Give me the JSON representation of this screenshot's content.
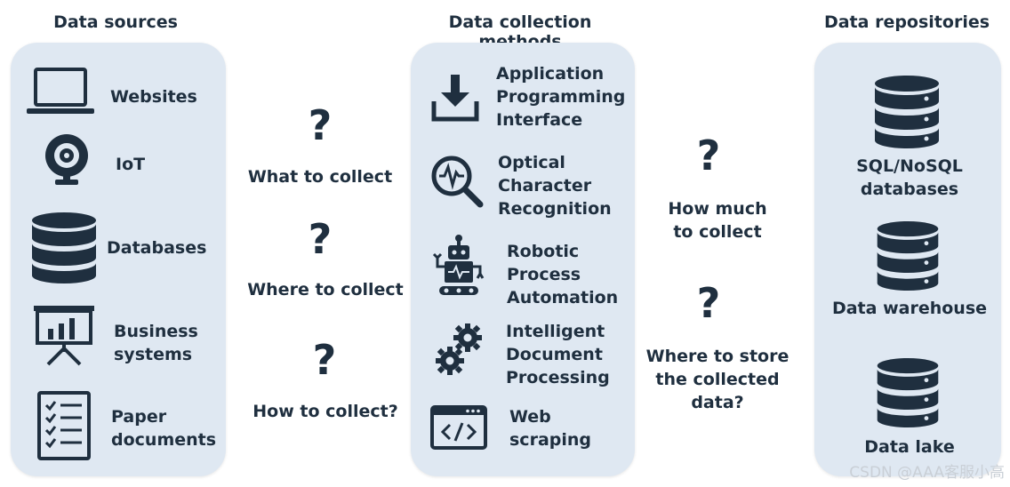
{
  "titles": {
    "sources": "Data sources",
    "methods": "Data collection methods",
    "repositories": "Data repositories"
  },
  "sources": [
    {
      "label": "Websites",
      "icon": "laptop-icon"
    },
    {
      "label": "IoT",
      "icon": "webcam-icon"
    },
    {
      "label": "Databases",
      "icon": "database-icon"
    },
    {
      "label": "Business\nsystems",
      "icon": "presentation-chart-icon"
    },
    {
      "label": "Paper\ndocuments",
      "icon": "checklist-icon"
    }
  ],
  "methods": [
    {
      "label": "Application\nProgramming\nInterface",
      "icon": "download-icon"
    },
    {
      "label": "Optical\nCharacter\nRecognition",
      "icon": "magnifier-waveform-icon"
    },
    {
      "label": "Robotic\nProcess\nAutomation",
      "icon": "robot-icon"
    },
    {
      "label": "Intelligent\nDocument\nProcessing",
      "icon": "gears-icon"
    },
    {
      "label": "Web\nscraping",
      "icon": "code-window-icon"
    }
  ],
  "repositories": [
    {
      "label": "SQL/NoSQL\ndatabases",
      "icon": "database-icon"
    },
    {
      "label": "Data warehouse",
      "icon": "database-icon"
    },
    {
      "label": "Data lake",
      "icon": "database-icon"
    }
  ],
  "questions_left": [
    {
      "mark": "?",
      "label": "What to collect"
    },
    {
      "mark": "?",
      "label": "Where to collect"
    },
    {
      "mark": "?",
      "label": "How to collect?"
    }
  ],
  "questions_right": [
    {
      "mark": "?",
      "label": "How much\nto collect"
    },
    {
      "mark": "?",
      "label": "Where to store\nthe collected\ndata?"
    }
  ],
  "watermark": "CSDN @AAA客服小高",
  "colors": {
    "panel": "#dfe8f2",
    "ink": "#1f2f3f"
  }
}
